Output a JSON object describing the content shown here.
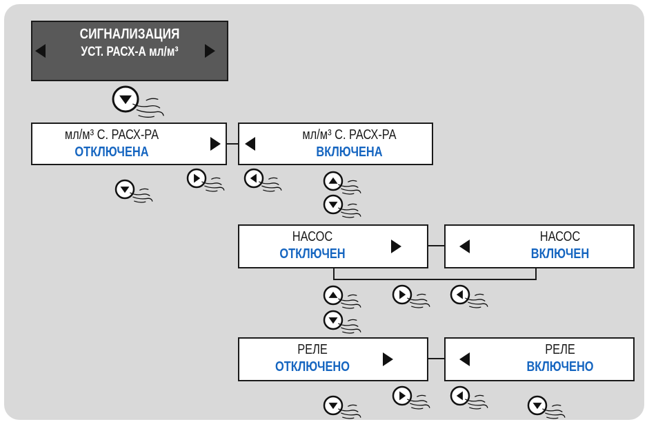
{
  "diagram": {
    "header_box": {
      "line1": "СИГНАЛИЗАЦИЯ",
      "line2": "УСТ. РАСХ-А мл/м³"
    },
    "flow_boxes": [
      {
        "id": "flow-off",
        "line1": "мл/м³ С. РАСХ-РА",
        "line2": "ОТКЛЮЧЕНА"
      },
      {
        "id": "flow-on",
        "line1": "мл/м³ С. РАСХ-РА",
        "line2": "ВКЛЮЧЕНА"
      }
    ],
    "pump_boxes": [
      {
        "id": "pump-off",
        "line1": "НАСОС",
        "line2": "ОТКЛЮЧЕН"
      },
      {
        "id": "pump-on",
        "line1": "НАСОС",
        "line2": "ВКЛЮЧЕН"
      }
    ],
    "relay_boxes": [
      {
        "id": "relay-off",
        "line1": "РЕЛЕ",
        "line2": "ОТКЛЮЧЕНО"
      },
      {
        "id": "relay-on",
        "line1": "РЕЛЕ",
        "line2": "ВКЛЮЧЕНО"
      }
    ],
    "colors": {
      "background_panel": "#d9d9d9",
      "header_box": "#595959",
      "state_text": "#1565c0"
    },
    "icons": [
      "down-button-icon",
      "up-button-icon",
      "right-button-icon",
      "left-button-icon",
      "pointing-hand-icon"
    ]
  }
}
